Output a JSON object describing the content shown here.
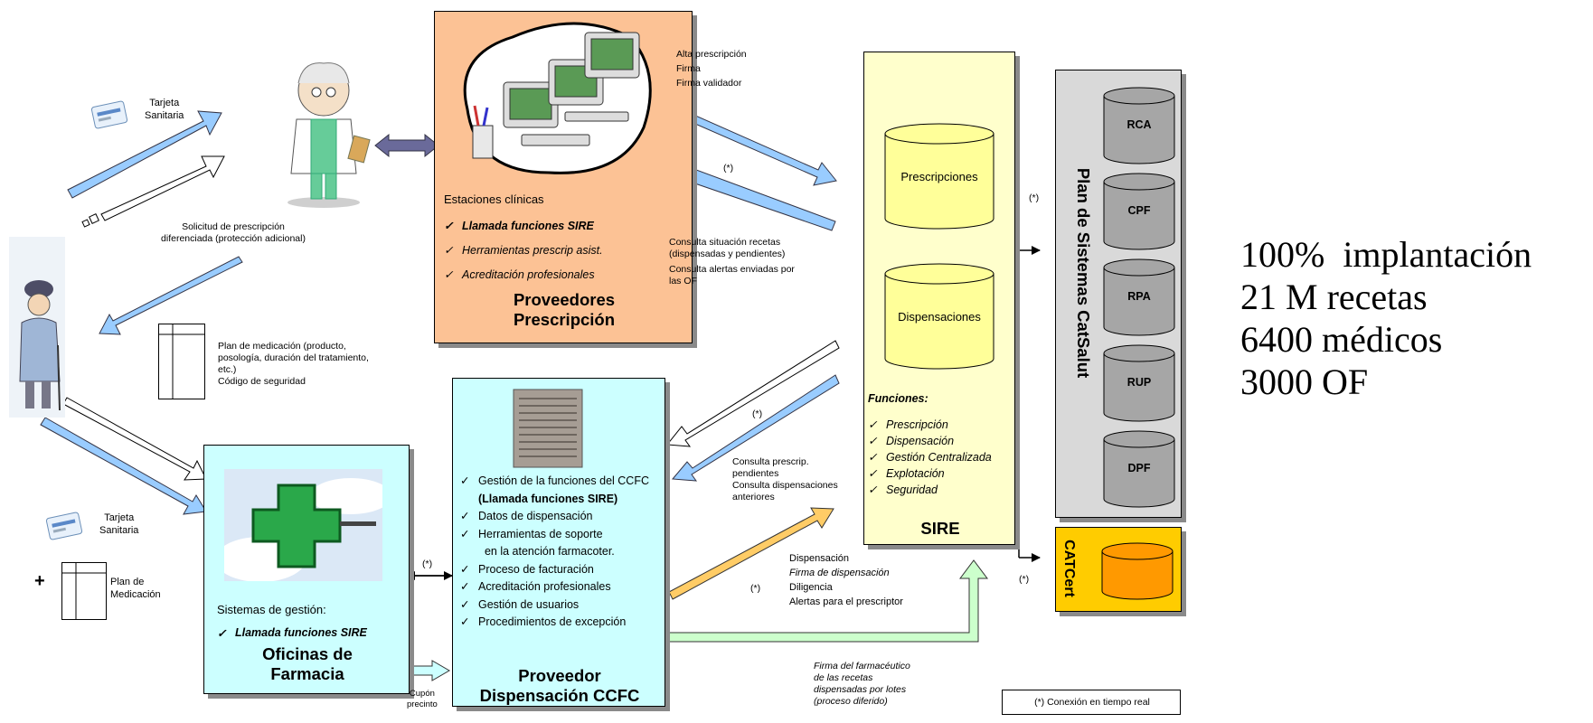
{
  "patient_flow": {
    "card_top": "Tarjeta\nSanitaria",
    "request": "Solicitud de prescripción\ndiferenciada  (protección adicional)",
    "medication_plan": "Plan de medicación (producto,\nposología, duración del tratamiento,\netc.)\nCódigo de seguridad",
    "card_bottom": "Tarjeta\nSanitaria",
    "plus": "+",
    "plan_bottom": "Plan de\nMedicación",
    "coupon": "Cupón\nprecinto"
  },
  "prescription_provider": {
    "subtitle": "Estaciones clínicas",
    "items": [
      "Llamada funciones SIRE",
      "Herramientas prescrip asist.",
      "Acreditación profesionales"
    ],
    "title": "Proveedores\nPrescripción"
  },
  "pharmacy": {
    "subtitle": "Sistemas de gestión:",
    "item": "Llamada funciones SIRE",
    "title": "Oficinas de\nFarmacia",
    "realtime": "(*)"
  },
  "dispensation_provider": {
    "items": [
      {
        "text": "Gestión de la funciones del CCFC ",
        "bold": "(Llamada funciones SIRE)"
      },
      {
        "text": "Datos de dispensación",
        "bold": ""
      },
      {
        "text": "Herramientas de soporte\n  en la atención farmacoter.",
        "bold": ""
      },
      {
        "text": "Proceso de facturación",
        "bold": ""
      },
      {
        "text": "Acreditación profesionales",
        "bold": ""
      },
      {
        "text": "Gestión de usuarios",
        "bold": ""
      },
      {
        "text": "Procedimientos de excepción",
        "bold": ""
      }
    ],
    "title": "Proveedor\nDispensación CCFC"
  },
  "sire_links": {
    "prescription_send": "Alta prescripción\nFirma\nFirma validador",
    "realtime_1": "(*)",
    "consult_status": "Consulta situación recetas\n(dispensadas y pendientes)",
    "consult_alerts": "Consulta alertas enviadas por\nlas OF",
    "realtime_2": "(*)",
    "consult_pending": "Consulta prescrip.\npendientes\nConsulta dispensaciones\nanteriores",
    "dispensation_lines": [
      "Dispensación",
      "Firma de dispensación",
      "Diligencia",
      "Alertas para el prescriptor"
    ],
    "realtime_3": "(*)",
    "batch_sign": "Firma del farmacéutico\nde las recetas\ndispensadas por lotes\n(proceso diferido)"
  },
  "sire": {
    "db_prescriptions": "Prescripciones",
    "db_dispensations": "Dispensaciones",
    "functions_title": "Funciones:",
    "functions": [
      "Prescripción",
      "Dispensación",
      "Gestión Centralizada",
      "Explotación",
      "Seguridad"
    ],
    "title": "SIRE"
  },
  "catsalut": {
    "title": "Plan de Sistemas CatSalut",
    "databases": [
      "RCA",
      "CPF",
      "RPA",
      "RUP",
      "DPF"
    ],
    "realtime_top": "(*)",
    "realtime_bottom": "(*)"
  },
  "catcert": {
    "title": "CATCert"
  },
  "legend": "(*) Conexión en tiempo real",
  "stats": [
    "100%  implantación",
    "21 M recetas",
    "6400 médicos",
    "3000 OF"
  ],
  "colors": {
    "orange_box": "#fcc295",
    "cyan_box": "#ccffff",
    "sire_box": "#ffffcc",
    "db_yellow": "#ffff99",
    "catsalut_box": "#d9d9d9",
    "catcert_box": "#ffcc00",
    "arrow_blue": "#99ccff",
    "arrow_orange": "#ffcc66",
    "arrow_green": "#ccffcc"
  }
}
